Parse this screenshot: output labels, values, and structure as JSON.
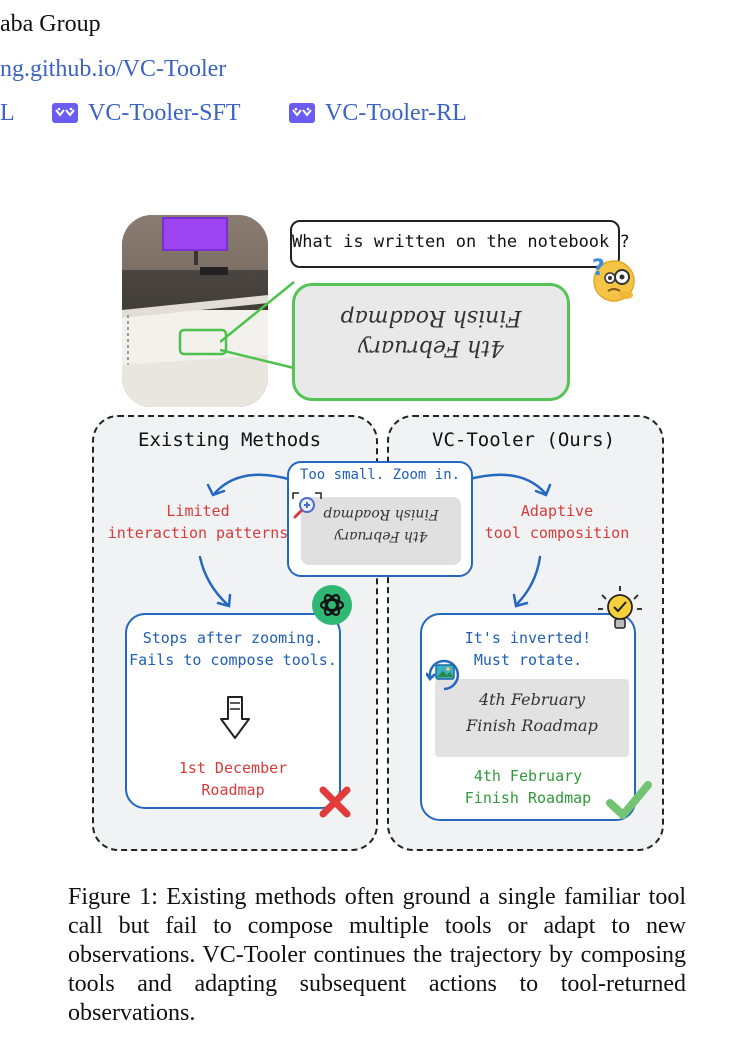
{
  "header": {
    "affiliation": "aba Group",
    "project_link": "ng.github.io/VC-Tooler",
    "clipped_link": "L",
    "links": [
      {
        "label": "VC-Tooler-SFT"
      },
      {
        "label": "VC-Tooler-RL"
      }
    ]
  },
  "figure": {
    "question": "What is written on the notebook ?",
    "notebook_line1": "4th February",
    "notebook_line2": "Finish Roadmap",
    "existing": {
      "title": "Existing Methods",
      "issue_line1": "Limited",
      "issue_line2": "interaction patterns",
      "result_line1": "Stops after zooming.",
      "result_line2": "Fails to compose tools.",
      "answer_line1": "1st December",
      "answer_line2": "Roadmap"
    },
    "center": {
      "zoom_text": "Too small. Zoom in."
    },
    "ours": {
      "title": "VC-Tooler (Ours)",
      "feature_line1": "Adaptive",
      "feature_line2": "tool composition",
      "insight_line1": "It's inverted!",
      "insight_line2": "Must rotate.",
      "answer_line1": "4th February",
      "answer_line2": "Finish Roadmap"
    },
    "colors": {
      "blue": "#1f5fb8",
      "red": "#d93a3a",
      "green": "#2f9a3a",
      "card_border": "#2468c0"
    }
  },
  "caption": "Figure 1: Existing methods often ground a single familiar tool call but fail to compose multiple tools or adapt to new observations. VC-Tooler continues the trajectory by composing tools and adapting subsequent actions to tool-returned observations."
}
